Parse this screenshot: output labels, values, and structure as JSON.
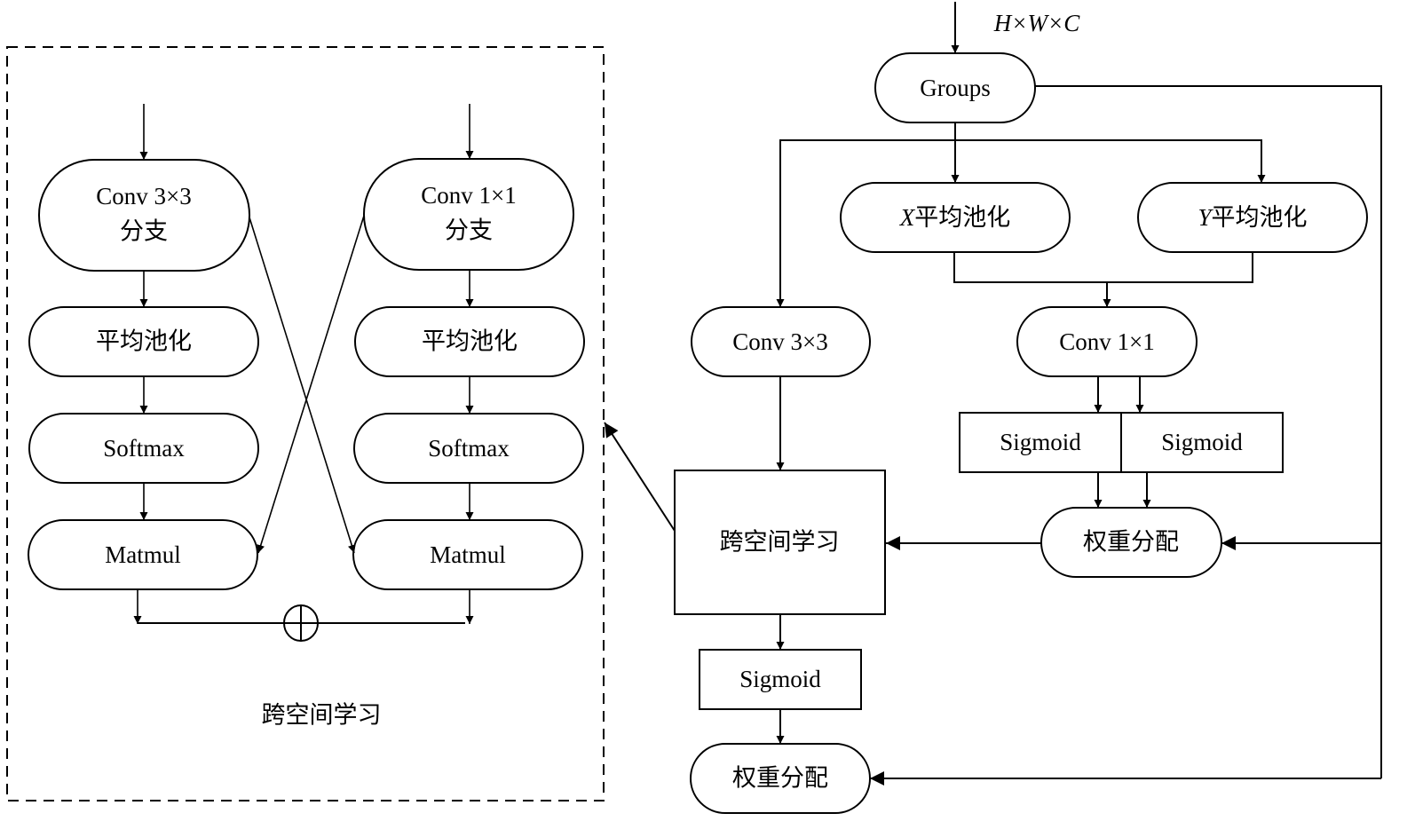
{
  "input_label": "H×W×C",
  "left_panel": {
    "title": "跨空间学习",
    "branch_a": {
      "conv": "Conv 3×3",
      "conv_sub": "分支",
      "pool": "平均池化",
      "softmax": "Softmax",
      "matmul": "Matmul"
    },
    "branch_b": {
      "conv": "Conv 1×1",
      "conv_sub": "分支",
      "pool": "平均池化",
      "softmax": "Softmax",
      "matmul": "Matmul"
    },
    "sum_symbol": "⊕"
  },
  "right_flow": {
    "groups": "Groups",
    "x_pool_prefix": "X",
    "y_pool_prefix": "Y",
    "pool_suffix": "平均池化",
    "conv3": "Conv 3×3",
    "conv1": "Conv 1×1",
    "sigmoid_a": "Sigmoid",
    "sigmoid_b": "Sigmoid",
    "weight_alloc_top": "权重分配",
    "cross_space": "跨空间学习",
    "sigmoid_bottom": "Sigmoid",
    "weight_alloc_bottom": "权重分配"
  }
}
